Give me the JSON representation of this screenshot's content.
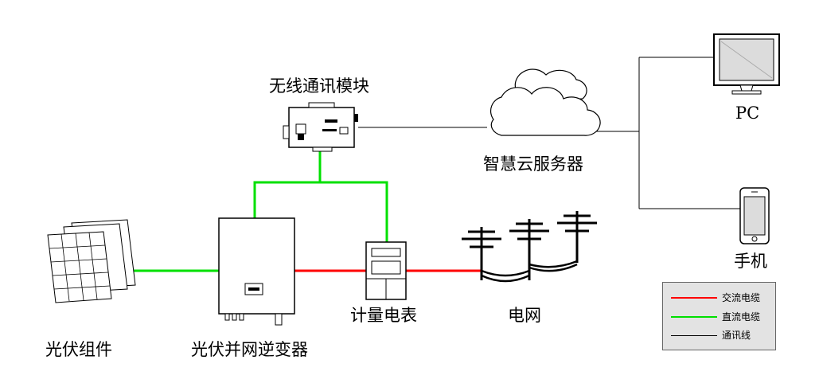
{
  "labels": {
    "wireless_module": "无线通讯模块",
    "cloud_server": "智慧云服务器",
    "pc": "PC",
    "phone": "手机",
    "pv_modules": "光伏组件",
    "inverter": "光伏并网逆变器",
    "meter": "计量电表",
    "grid": "电网"
  },
  "legend": [
    {
      "label": "交流电缆",
      "color": "#ff0000"
    },
    {
      "label": "直流电缆",
      "color": "#00e000"
    },
    {
      "label": "通讯线",
      "color": "#000000"
    }
  ],
  "colors": {
    "ac_cable": "#ff0000",
    "dc_cable": "#00e000",
    "comm_line": "#000000"
  }
}
